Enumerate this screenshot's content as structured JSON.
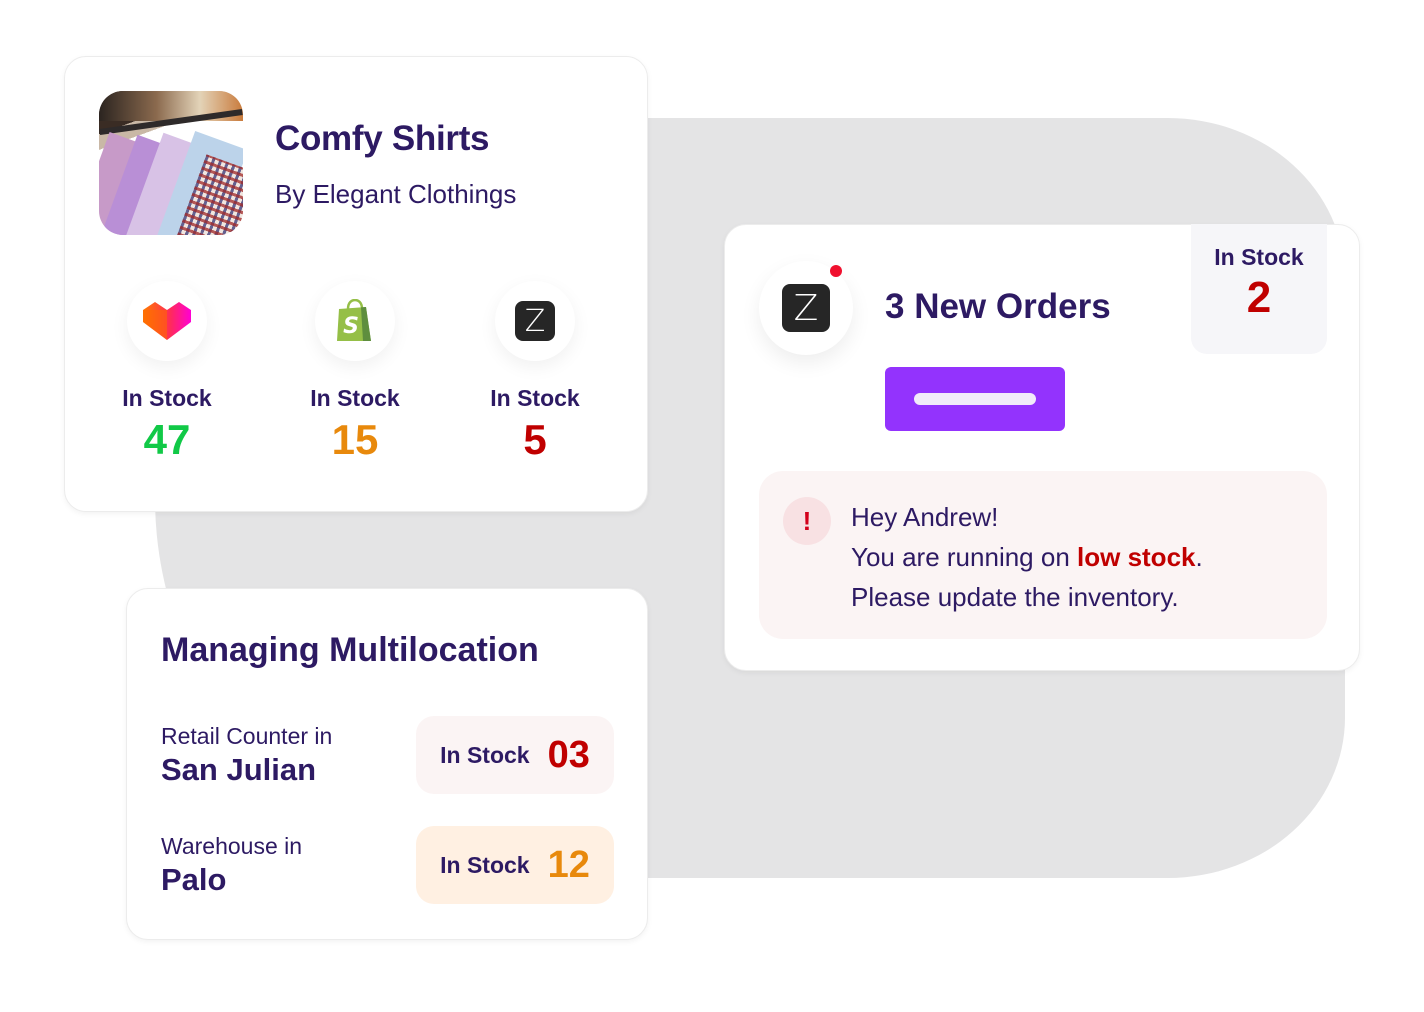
{
  "product": {
    "title": "Comfy Shirts",
    "subtitle": "By Elegant Clothings",
    "image": "shirts-on-rack-photo",
    "channels": [
      {
        "name": "lazada",
        "icon": "heart-cube-logo-icon",
        "label": "In Stock",
        "value": "47",
        "color": "#11c947"
      },
      {
        "name": "shopify",
        "icon": "shopping-bag-logo-icon",
        "label": "In Stock",
        "value": "15",
        "color": "#e8890c"
      },
      {
        "name": "zalora",
        "icon": "z-logo-icon",
        "glyph": "Z",
        "label": "In Stock",
        "value": "5",
        "color": "#c00000"
      }
    ]
  },
  "orders": {
    "channel_glyph": "Z",
    "title": "3 New Orders",
    "stock_label": "In Stock",
    "stock_value": "2",
    "stock_color": "#c00000",
    "button_color": "#9333fd",
    "alert": {
      "icon": "!",
      "line1": "Hey Andrew!",
      "line2_prefix": "You are running on ",
      "line2_highlight": "low stock",
      "line2_suffix": ".",
      "line3": "Please update the inventory."
    }
  },
  "multilocation": {
    "title": "Managing Multilocation",
    "locations": [
      {
        "prefix": "Retail Counter in",
        "name": "San Julian",
        "stock_label": "In Stock",
        "stock_value": "03",
        "color": "#c00000",
        "bg": "#fbf4f4"
      },
      {
        "prefix": "Warehouse in",
        "name": "Palo",
        "stock_label": "In Stock",
        "stock_value": "12",
        "color": "#e8890c",
        "bg": "#fff0e2"
      }
    ]
  },
  "colors": {
    "text_primary": "#2d1a63",
    "background_blob": "#e4e4e5"
  }
}
